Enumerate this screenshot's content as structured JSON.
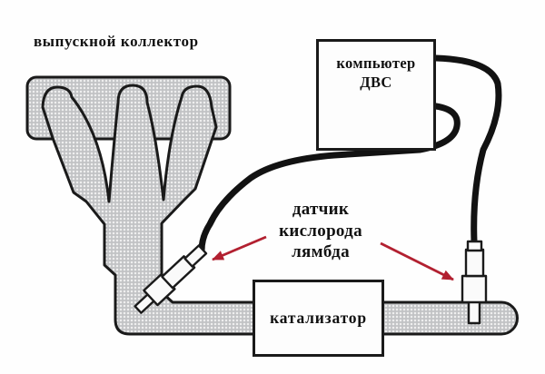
{
  "diagram_title": "exhaust system with lambda oxygen sensors",
  "labels": {
    "manifold": "выпускной коллектор",
    "sensor_line1": "датчик",
    "sensor_line2": "кислорода",
    "sensor_line3": "лямбда"
  },
  "computer_box": {
    "line1": "компьютер",
    "line2": "ДВС"
  },
  "catalyst_box": {
    "label": "катализатор"
  },
  "icons": {
    "upstream_sensor": "oxygen-sensor-icon",
    "downstream_sensor": "oxygen-sensor-icon",
    "arrow_left": "red-arrow-icon",
    "arrow_right": "red-arrow-icon"
  },
  "colors": {
    "metal_gray": "#c7c8ca",
    "outline_black": "#1a1a1a",
    "cable_black": "#121212",
    "arrow_red": "#b22030",
    "box_white": "#fdfdfd"
  }
}
